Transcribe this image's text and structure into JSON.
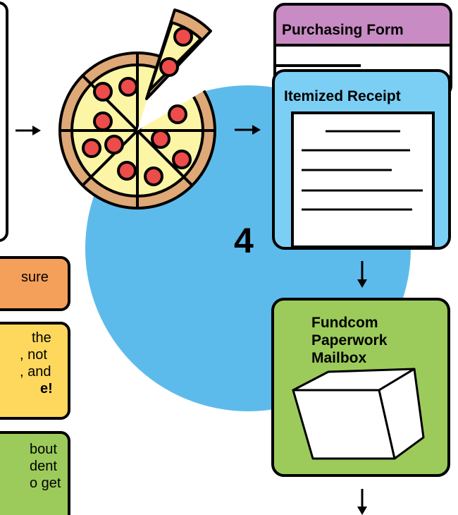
{
  "step_number": "4",
  "forms": {
    "purchasing_form_title": "Purchasing Form",
    "itemized_receipt_title": "Itemized Receipt"
  },
  "mailbox": {
    "title_line_1": "Fundcom",
    "title_line_2": "Paperwork",
    "title_line_3": "Mailbox"
  },
  "left_notes": {
    "orange_line_1": "sure",
    "yellow_line_1": "the",
    "yellow_line_2": ", not",
    "yellow_line_3": ", and",
    "yellow_line_4_bold": "e!",
    "green_line_1": "bout",
    "green_line_2": "dent",
    "green_line_3": "o get"
  },
  "colors": {
    "circle": "#5dbbeb",
    "purchasing_form": "#c98bc3",
    "receipt": "#7ccff4",
    "mailbox": "#9ccb5b",
    "orange_note": "#f5a05a",
    "yellow_note": "#fed85d",
    "green_note": "#9ccb5b",
    "pizza_crust": "#dfa877",
    "pizza_cheese": "#fdf5a6",
    "pepperoni": "#ec4c4a"
  }
}
